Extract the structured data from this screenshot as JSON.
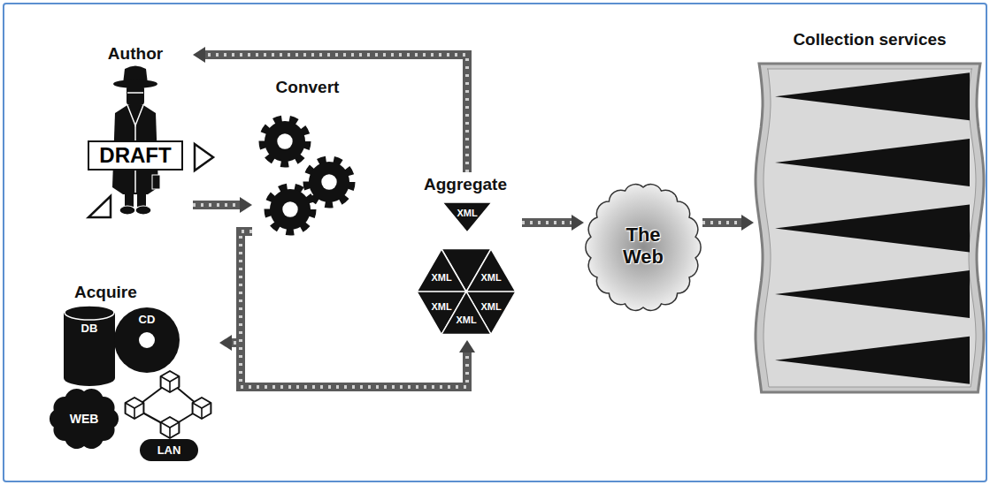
{
  "diagram": {
    "nodes": [
      {
        "text": [
          "Author",
          "DRAFT"
        ]
      },
      {
        "text": [
          "Convert"
        ]
      },
      {
        "text": [
          "Aggregate"
        ]
      },
      {
        "text": [
          "XML"
        ],
        "in": 2
      },
      {
        "text": [
          "XML"
        ],
        "in": 2
      },
      {
        "text": [
          "XML"
        ],
        "in": 2
      },
      {
        "text": [
          "XML"
        ],
        "in": 2
      },
      {
        "text": [
          "XML"
        ],
        "in": 2
      },
      {
        "text": [
          "XML"
        ],
        "in": 2
      },
      {
        "text": [
          "The Web"
        ]
      },
      {
        "text": [
          "Collection services"
        ]
      },
      {
        "text": [
          "Acquire"
        ]
      },
      {
        "text": [
          "DB"
        ],
        "in": 11
      },
      {
        "text": [
          "CD"
        ],
        "in": 11
      },
      {
        "text": [
          "WEB"
        ],
        "in": 11
      },
      {
        "text": [
          "LAN"
        ],
        "in": 11
      }
    ],
    "edges": [
      {
        "from": 0,
        "to": 1,
        "arrow": "to"
      },
      {
        "from": 1,
        "to": 2,
        "arrow": "to"
      },
      {
        "from": 1,
        "to": 11,
        "arrow": "to"
      },
      {
        "from": 2,
        "to": 0,
        "arrow": "to"
      },
      {
        "from": 2,
        "to": 9,
        "arrow": "to"
      },
      {
        "from": 9,
        "to": 10,
        "arrow": "to"
      }
    ]
  }
}
